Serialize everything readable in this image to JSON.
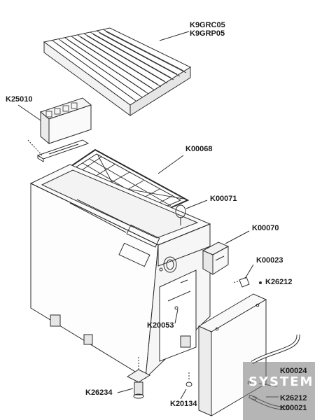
{
  "labels": {
    "grill_grate_a": "K9GRC05",
    "grill_grate_b": "K9GRP05",
    "side_container": "K25010",
    "grill_rack": "K00068",
    "knob_part": "K00071",
    "drip_tray": "K00070",
    "hinge": "K00023",
    "screw": "K26212",
    "panel_part": "K20053",
    "foot": "K26234",
    "small_part": "K20134",
    "door_part_a": "K00024",
    "door_part_b": "K26212",
    "door_part_c": "K00021"
  },
  "watermark": "SYSTEM",
  "colors": {
    "line": "#2b2b2b",
    "watermark_bg": "#7a7a7a"
  }
}
